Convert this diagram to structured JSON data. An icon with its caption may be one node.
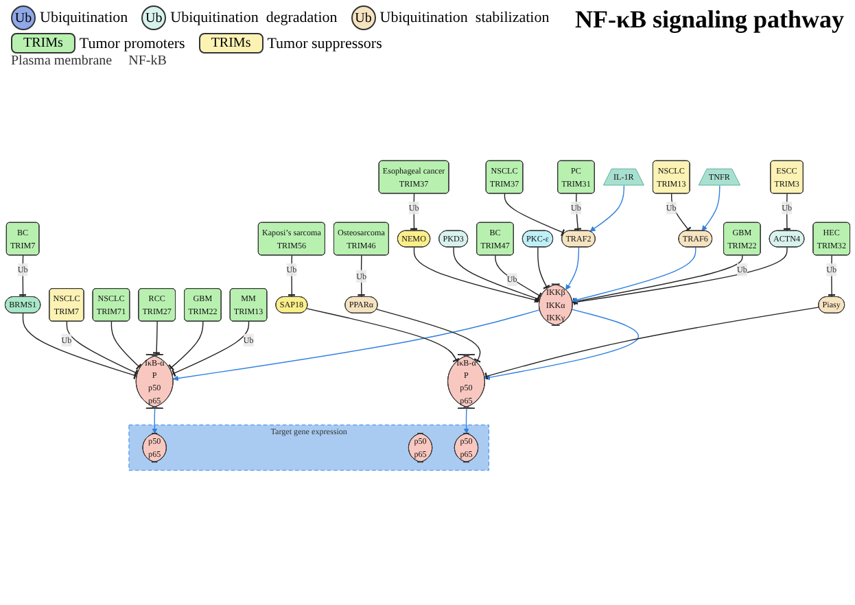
{
  "diagram": {
    "title": "NF-κB signaling pathway",
    "nodes": [
      {
        "text": [
          "TNFR"
        ]
      },
      {
        "text": [
          "IL-1R"
        ]
      },
      {
        "text": [
          "ESCC",
          "TRIM3"
        ]
      },
      {
        "text": [
          "ACTN4"
        ]
      },
      {
        "text": [
          "GBM",
          "TRIM22"
        ]
      },
      {
        "text": [
          "TRAF2"
        ]
      },
      {
        "text": [
          "PC",
          "TRIM31"
        ]
      },
      {
        "text": [
          "NSCLC",
          "TRIM37"
        ]
      },
      {
        "text": [
          "NSCLC",
          "TRIM13"
        ]
      },
      {
        "text": [
          "TRAF6"
        ]
      },
      {
        "text": [
          "PKC-ε"
        ]
      },
      {
        "text": [
          "IKKβ",
          "IKKα",
          "IKKγ"
        ]
      },
      {
        "text": [
          "NEMO"
        ]
      },
      {
        "text": [
          "Esophageal cancer",
          "TRIM37"
        ]
      },
      {
        "text": [
          "MM",
          "TRIM13"
        ]
      },
      {
        "text": [
          "GBM",
          "TRIM22"
        ]
      },
      {
        "text": [
          "RCC",
          "TRIM27"
        ]
      },
      {
        "text": [
          "NSCLC",
          "TRIM71"
        ]
      },
      {
        "text": [
          "BC",
          "TRIM47"
        ]
      },
      {
        "text": [
          "PKD3"
        ]
      },
      {
        "text": [
          "IκB-α",
          "P",
          "p50",
          "p65"
        ]
      },
      {
        "text": [
          "IκB-α",
          "P",
          "p50",
          "p65"
        ]
      },
      {
        "text": [
          "Piasy"
        ]
      },
      {
        "text": [
          "HEC",
          "TRIM32"
        ]
      },
      {
        "text": [
          "PPARα"
        ]
      },
      {
        "text": [
          "Osteosarcoma",
          "TRIM46"
        ]
      },
      {
        "text": [
          "SAP18"
        ]
      },
      {
        "text": [
          "Kaposi’s sarcoma",
          "TRIM56"
        ]
      },
      {
        "text": [
          "NSCLC",
          "TRIM7"
        ]
      },
      {
        "text": [
          "BC",
          "TRIM7"
        ]
      },
      {
        "text": [
          "BRMS1"
        ]
      },
      {
        "text": [
          "Target gene expression"
        ]
      },
      {
        "text": [
          "p50",
          "p65"
        ],
        "in": 31
      },
      {
        "text": [
          "p50",
          "p65"
        ],
        "in": 31
      },
      {
        "text": [
          "p50",
          "p65"
        ],
        "in": 31
      }
    ],
    "edges": [
      {
        "from": 0,
        "to": 9,
        "arrow": "to",
        "color": "#2f80e0"
      },
      {
        "from": 1,
        "to": 5,
        "arrow": "to",
        "color": "#2f80e0"
      },
      {
        "from": 2,
        "to": 3,
        "arrow": "other",
        "label": "Ub"
      },
      {
        "from": 3,
        "to": 11,
        "arrow": "to"
      },
      {
        "from": 4,
        "to": 11,
        "arrow": "other",
        "label": "Ub"
      },
      {
        "from": 6,
        "to": 5,
        "arrow": "other",
        "label": "Ub"
      },
      {
        "from": 7,
        "to": 5,
        "arrow": "other"
      },
      {
        "from": 8,
        "to": 9,
        "arrow": "other",
        "label": "Ub"
      },
      {
        "from": 9,
        "to": 11,
        "arrow": "to",
        "color": "#2f80e0"
      },
      {
        "from": 5,
        "to": 11,
        "arrow": "to",
        "color": "#2f80e0"
      },
      {
        "from": 10,
        "to": 11,
        "arrow": "other"
      },
      {
        "from": 18,
        "to": 11,
        "arrow": "other",
        "label": "Ub"
      },
      {
        "from": 19,
        "to": 11,
        "arrow": "other"
      },
      {
        "from": 12,
        "to": 11,
        "arrow": "to"
      },
      {
        "from": 13,
        "to": 12,
        "arrow": "other",
        "label": "Ub"
      },
      {
        "from": 11,
        "to": 20,
        "arrow": "to",
        "color": "#2f80e0"
      },
      {
        "from": 11,
        "to": 21,
        "arrow": "to",
        "color": "#2f80e0"
      },
      {
        "from": 14,
        "to": 20,
        "arrow": "other",
        "label": "Ub"
      },
      {
        "from": 15,
        "to": 20,
        "arrow": "other"
      },
      {
        "from": 16,
        "to": 20,
        "arrow": "other"
      },
      {
        "from": 17,
        "to": 20,
        "arrow": "other"
      },
      {
        "from": 28,
        "to": 20,
        "arrow": "other",
        "label": "Ub"
      },
      {
        "from": 30,
        "to": 20,
        "arrow": "other"
      },
      {
        "from": 29,
        "to": 30,
        "arrow": "other",
        "label": "Ub"
      },
      {
        "from": 20,
        "to": 32,
        "arrow": "to",
        "color": "#2f80e0"
      },
      {
        "from": 21,
        "to": 34,
        "arrow": "to",
        "color": "#2f80e0"
      },
      {
        "from": 22,
        "to": 21,
        "arrow": "other"
      },
      {
        "from": 24,
        "to": 21,
        "arrow": "other"
      },
      {
        "from": 26,
        "to": 21,
        "arrow": "other"
      },
      {
        "from": 23,
        "to": 22,
        "arrow": "other",
        "label": "Ub"
      },
      {
        "from": 25,
        "to": 24,
        "arrow": "other",
        "label": "Ub"
      },
      {
        "from": 27,
        "to": 26,
        "arrow": "other",
        "label": "Ub"
      }
    ],
    "labels": [
      "Ub",
      "Ub",
      "Ub",
      "TRIMs",
      "TRIMs",
      "Plasma membrane",
      "NF-kB"
    ],
    "legend": [
      {
        "text": "Ubiquitination",
        "color": "#8fa8e8"
      },
      {
        "text": "Ubiquitination  degradation",
        "color": "#d8f2ee"
      },
      {
        "text": "Ubiquitination  stabilization",
        "color": "#f6e3c0"
      },
      {
        "text": "Tumor promoters",
        "color": "#b8f0b0"
      },
      {
        "text": "Tumor suppressors",
        "color": "#fbf2b4"
      }
    ]
  }
}
